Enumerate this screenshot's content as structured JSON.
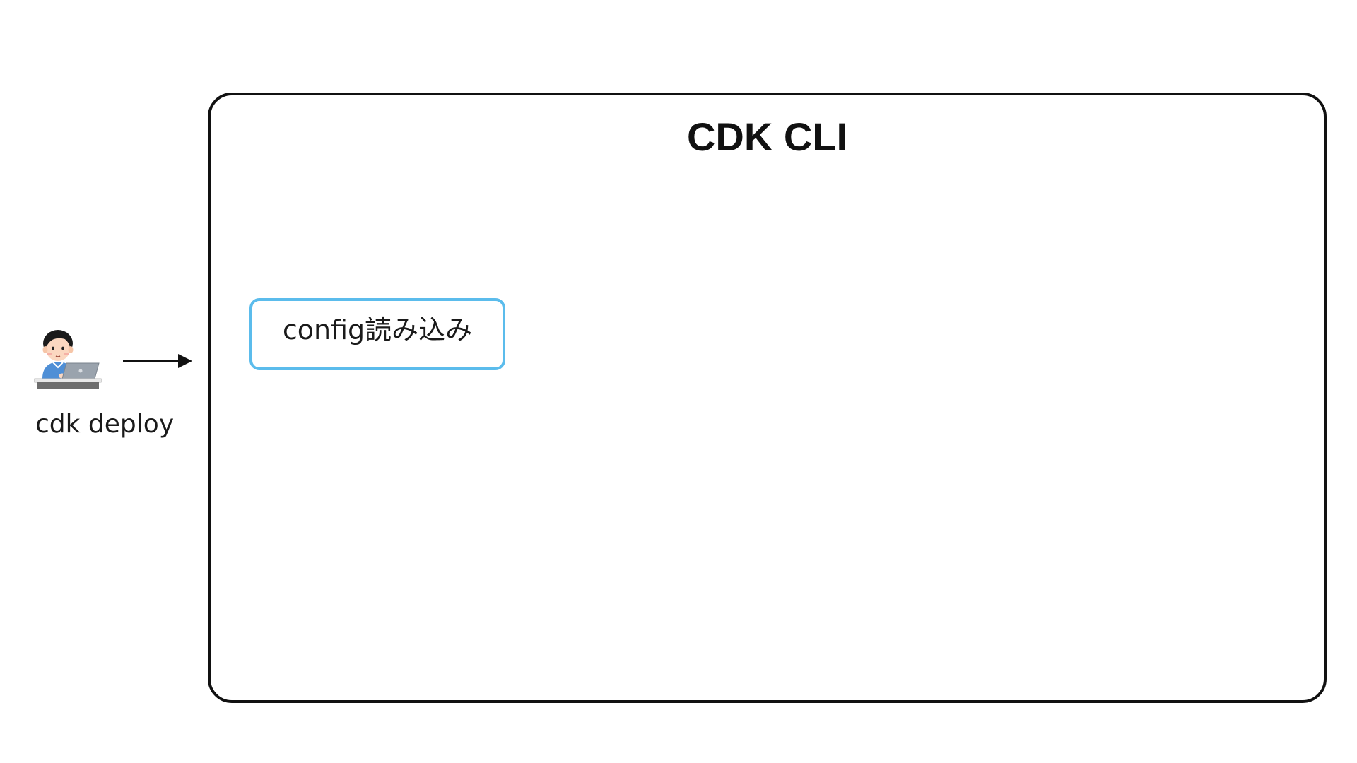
{
  "diagram": {
    "container": {
      "title": "CDK CLI",
      "border_color": "#111111"
    },
    "steps": [
      {
        "label": "config読み込み",
        "border_color": "#5bbcec"
      }
    ],
    "actor": {
      "icon": "person-at-laptop-icon",
      "command": "cdk deploy"
    },
    "connector": {
      "icon": "arrow-right-icon",
      "color": "#111111"
    }
  }
}
